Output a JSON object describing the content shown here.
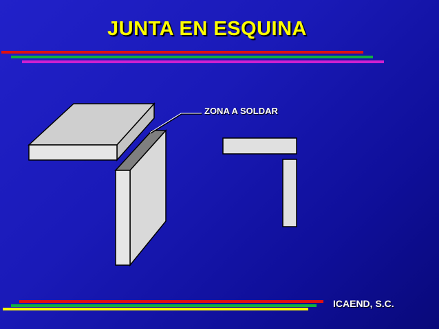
{
  "slide": {
    "title": "JUNTA EN ESQUINA",
    "callout_label": "ZONA A SOLDAR",
    "footer": "ICAEND, S.C."
  },
  "colors": {
    "background": "#1a1ab8",
    "title": "#ffff00",
    "text": "#ffffff",
    "plate_face": "#e0e0e0",
    "plate_top": "#cfcfcf",
    "weld_zone": "#7f7f7f",
    "rule_red": "#e01010",
    "rule_green": "#10b040",
    "rule_magenta": "#d020d0",
    "rule_yellow": "#ffff00"
  }
}
